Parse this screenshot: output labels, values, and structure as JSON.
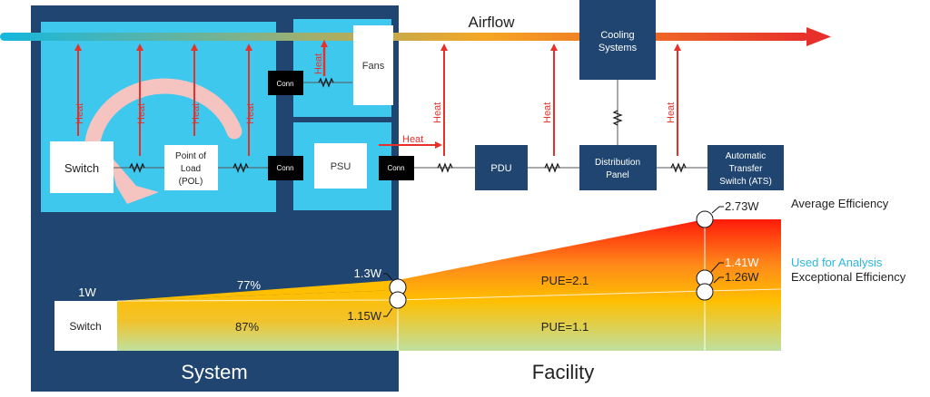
{
  "airflow": {
    "label": "Airflow"
  },
  "heat_label": "Heat",
  "system": {
    "label": "System",
    "switch": "Switch",
    "pol": [
      "Point of",
      "Load",
      "(POL)"
    ],
    "fans": "Fans",
    "psu": "PSU",
    "conn": "Conn"
  },
  "facility": {
    "label": "Facility",
    "pdu": "PDU",
    "distribution_panel": [
      "Distribution",
      "Panel"
    ],
    "cooling": [
      "Cooling",
      "Systems"
    ],
    "ats": [
      "Automatic",
      "Transfer",
      "Switch (ATS)"
    ]
  },
  "efficiency": {
    "switch_label": "Switch",
    "input_w": "1W",
    "eff_77": "77%",
    "eff_87": "87%",
    "w_1_3": "1.3W",
    "w_1_15": "1.15W",
    "pue_2_1": "PUE=2.1",
    "pue_1_1": "PUE=1.1",
    "w_2_73": "2.73W",
    "w_1_41": "1.41W",
    "w_1_26": "1.26W",
    "avg_eff": "Average Efficiency",
    "used_for_analysis": "Used for Analysis",
    "exceptional_eff": "Exceptional Efficiency"
  },
  "colors": {
    "dark_blue": "#1f4570",
    "light_blue": "#3ec8ee",
    "heat_red": "#e8302a",
    "analysis_cyan": "#2bb5e0"
  }
}
